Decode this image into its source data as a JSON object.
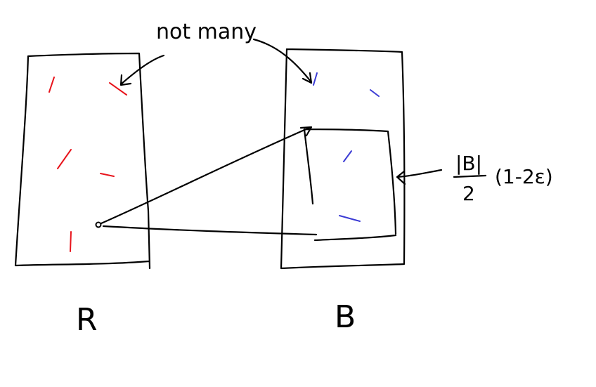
{
  "labels": {
    "top_note": "not many",
    "left_set": "R",
    "right_set": "B",
    "size_numerator": "|B|",
    "size_denominator": "2",
    "size_factor": "(1-2ε)"
  },
  "colors": {
    "ink": "#000000",
    "red_marks": "#e8141c",
    "blue_marks": "#3b3bd4"
  }
}
